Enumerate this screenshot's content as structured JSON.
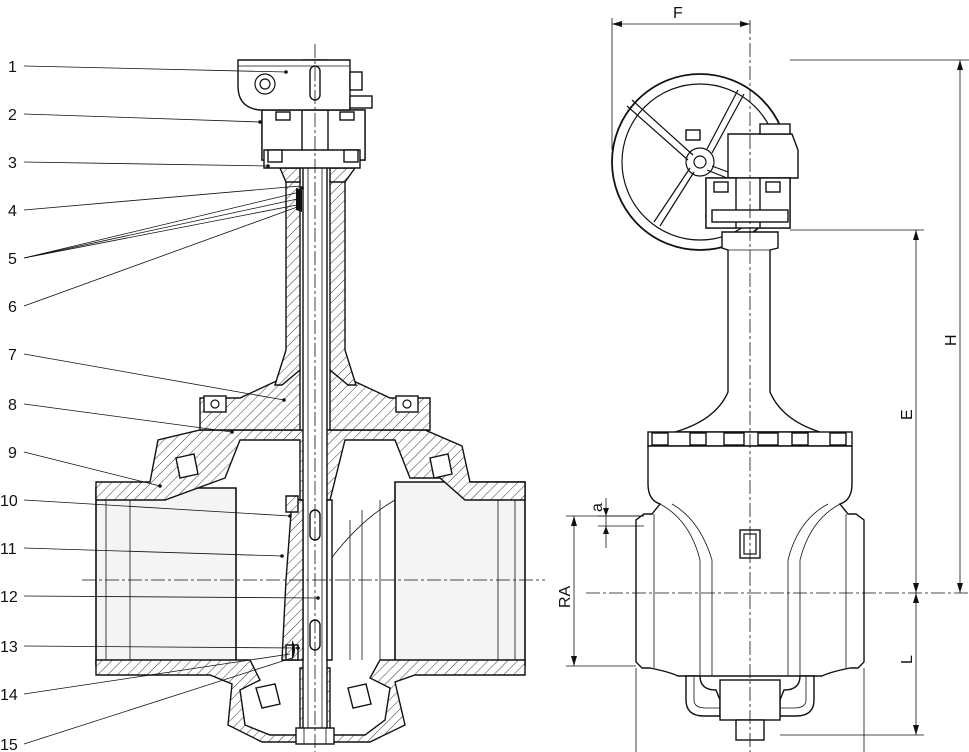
{
  "section_view": {
    "part_labels": [
      "1",
      "2",
      "3",
      "4",
      "5",
      "6",
      "7",
      "8",
      "9",
      "10",
      "11",
      "12",
      "13",
      "14",
      "15"
    ]
  },
  "outline_view": {
    "dimensions": {
      "F": "F",
      "H": "H",
      "E": "E",
      "L": "L",
      "RA": "RA",
      "a": "a"
    }
  }
}
